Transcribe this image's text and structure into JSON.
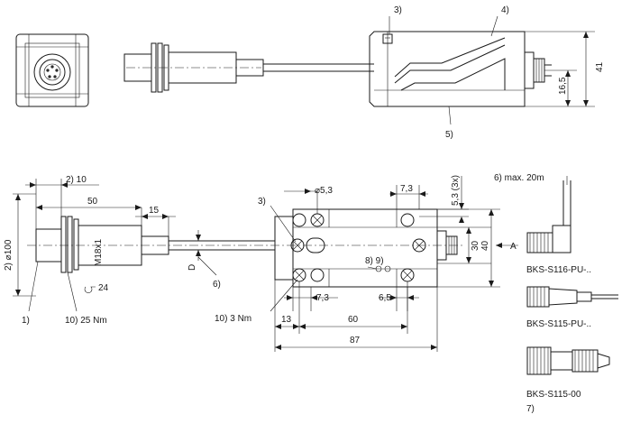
{
  "labels": {
    "l3_top": "3)",
    "l4_top": "4)",
    "l5_top": "5)",
    "dim_41": "41",
    "dim_16_5": "16,5",
    "l2_10": "2)  10",
    "dim_50": "50",
    "dim_15": "15",
    "dia_100": "2) ⌀100",
    "m18": "M18x1",
    "dim_24": "24",
    "l1": "1)",
    "l10_25": "10)  25 Nm",
    "dim_D": "D",
    "l6_cable": "6)",
    "l3_mid": "3)",
    "dia_5_3": "⌀5,3",
    "dim_7_3_top": "7,3",
    "dim_5_3_3x": "5,3 (3x)",
    "dim_30": "30",
    "dim_40": "40",
    "l8_9": "8) 9)",
    "l10_3": "10)  3 Nm",
    "dim_7_3_bot": "7,3",
    "dim_6_5": "6,5",
    "dim_13": "13",
    "dim_60": "60",
    "dim_87": "87",
    "l6_max": "6)  max. 20m",
    "arrow_A": "A",
    "bks_116": "BKS-S116-PU-..",
    "bks_115": "BKS-S115-PU-..",
    "bks_115_00": "BKS-S115-00",
    "l7": "7)"
  }
}
